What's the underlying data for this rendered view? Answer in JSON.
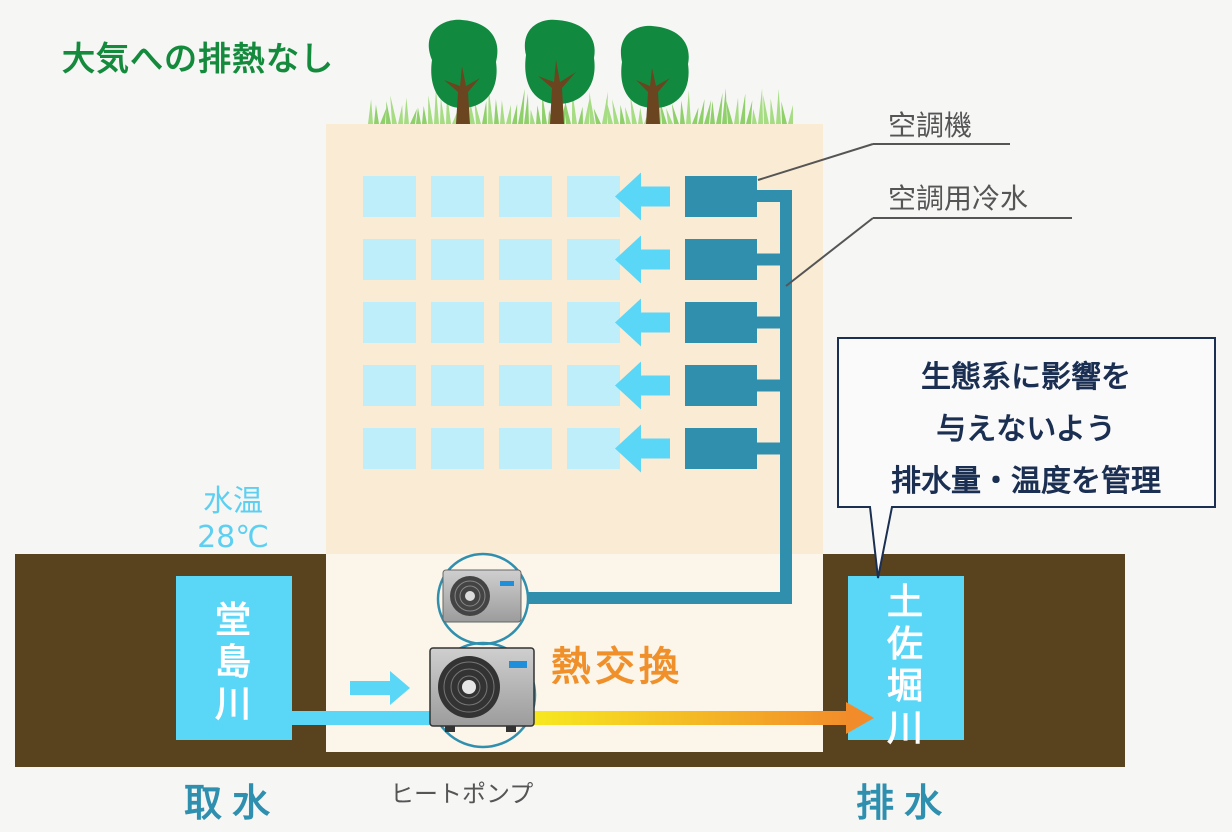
{
  "header": {
    "title": "大気への排熱なし"
  },
  "callouts": {
    "air_conditioner": "空調機",
    "chilled_water": "空調用冷水"
  },
  "bubble": {
    "lines": [
      "生態系に影響を",
      "与えないよう",
      "排水量・温度を管理"
    ]
  },
  "intake": {
    "temperature_label": "水温",
    "temperature_value": "28℃",
    "river_name": [
      "堂",
      "島",
      "川"
    ],
    "label": "取水"
  },
  "discharge": {
    "river_name": [
      "土",
      "佐",
      "堀",
      "川"
    ],
    "label": "排水"
  },
  "heat_pump": {
    "label": "ヒートポンプ",
    "exchange_label": "熱交換"
  },
  "icons": {
    "tree": "tree-icon",
    "grass": "grass-icon",
    "arrow": "arrow-icon",
    "heat_pump_unit": "outdoor-unit-icon"
  },
  "colors": {
    "background": "#f6f6f5",
    "building": "#faebd4",
    "basement": "#fbf5ea",
    "soil": "#59431f",
    "water": "#5ad6f7",
    "window": "#bdeefa",
    "arrow": "#5ad6f7",
    "ac_unit": "#318fae",
    "pipe": "#318fae",
    "tree_canopy": "#118a3f",
    "tree_trunk": "#6b4520",
    "grass": "#8fd06a",
    "title_green": "#148a3c",
    "bubble_text": "#1b2f52",
    "river_label": "#2e8fae",
    "exchange_orange": "#f0902a",
    "hot_start": "#f7e81f",
    "hot_end": "#f28c2a"
  },
  "building": {
    "floors": 5,
    "windows_per_floor": 4
  }
}
